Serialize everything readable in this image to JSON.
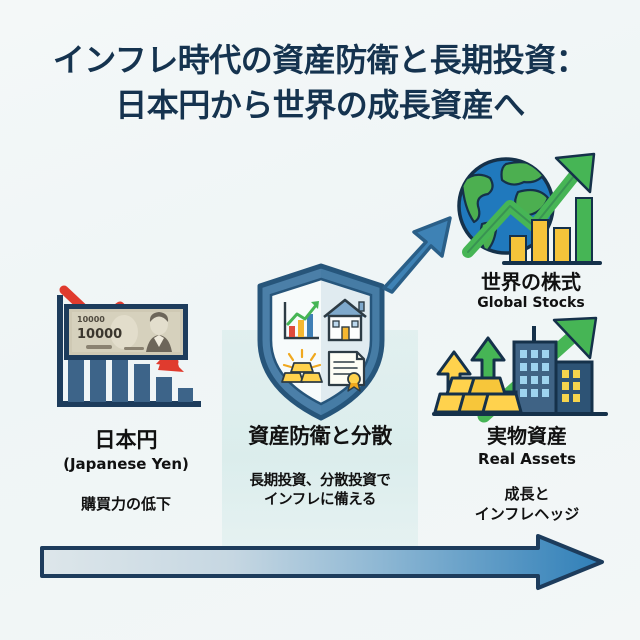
{
  "title": {
    "line1": "インフレ時代の資産防衛と長期投資：",
    "line2": "日本円から世界の成長資産へ"
  },
  "colors": {
    "background": "#f2f6f7",
    "title_navy": "#15334f",
    "band_tint": "#d6ebea",
    "yen_blue": "#3d6489",
    "yen_frame_navy": "#1d3c5c",
    "down_arrow_red": "#e03b2e",
    "shield_blue": "#4b7fa8",
    "shield_navy": "#27557a",
    "shield_face_light": "#f7fbfb",
    "shield_face_shade": "#d9e7f0",
    "diagonal_arrow_blue": "#3e82b5",
    "globe_ocean": "#2079bd",
    "globe_land": "#4caf50",
    "growth_green": "#46b555",
    "gold_light": "#ffd24d",
    "gold_dark": "#f0a81e",
    "building_slate": "#3f6385",
    "building_dark": "#2d5375",
    "bottom_arrow_start": "#dbe5ea",
    "bottom_arrow_end": "#2f7fb8",
    "bottom_arrow_outline": "#1d3c5c",
    "icon_red": "#e04b3c",
    "icon_yellow": "#f5b731",
    "icon_blue": "#3f7fb5"
  },
  "sections": {
    "yen": {
      "heading_jp": "日本円",
      "heading_en": "(Japanese Yen)",
      "subtext": "購買力の低下",
      "banknote_value_small": "10000",
      "banknote_value_large": "10000",
      "chart_trend": "declining"
    },
    "shield": {
      "heading_jp": "資産防衛と分散",
      "subtext_line1": "長期投資、分散投資で",
      "subtext_line2": "インフレに備える",
      "icons": [
        "growth-chart-icon",
        "house-icon",
        "gold-bars-icon",
        "certificate-icon"
      ]
    },
    "stocks": {
      "heading_jp": "世界の株式",
      "heading_en": "Global Stocks",
      "icons": [
        "globe-icon",
        "up-arrow-icon",
        "bar-chart-icon"
      ]
    },
    "real_assets": {
      "heading_jp": "実物資産",
      "heading_en": "Real Assets",
      "subtext_line1": "成長と",
      "subtext_line2": "インフレヘッジ",
      "icons": [
        "gold-bars-icon",
        "buildings-icon",
        "up-arrow-icon"
      ]
    }
  },
  "chart_data": [
    {
      "type": "bar",
      "title": "日本円 購買力の低下",
      "categories": [
        "1",
        "2",
        "3",
        "4",
        "5",
        "6"
      ],
      "values": [
        100,
        96,
        78,
        58,
        38,
        20
      ],
      "ylabel": "",
      "xlabel": "",
      "ylim": [
        0,
        100
      ],
      "trend": "declining",
      "annotation": "red descending arrow",
      "series_color": "#3d6489"
    },
    {
      "type": "bar",
      "title": "世界の株式 Global Stocks",
      "categories": [
        "1",
        "2",
        "3",
        "4"
      ],
      "values": [
        32,
        58,
        48,
        78
      ],
      "ylabel": "",
      "xlabel": "",
      "ylim": [
        0,
        100
      ],
      "trend": "rising",
      "annotation": "green rising zigzag arrow",
      "series_colors": [
        "#f5c33a",
        "#f5c33a",
        "#f5c33a",
        "#46b555"
      ]
    },
    {
      "type": "bar",
      "title": "資産成長 (shield icon)",
      "categories": [
        "1",
        "2",
        "3"
      ],
      "values": [
        38,
        62,
        85
      ],
      "ylim": [
        0,
        100
      ],
      "trend": "rising",
      "annotation": "green rising arrow",
      "series_colors": [
        "#e04b3c",
        "#f5b731",
        "#3f7fb5"
      ]
    }
  ],
  "flow_arrow": {
    "name": "progress-arrow",
    "direction": "left-to-right",
    "meaning": "日本円 → 資産防衛と分散 → 世界の株式・実物資産"
  }
}
